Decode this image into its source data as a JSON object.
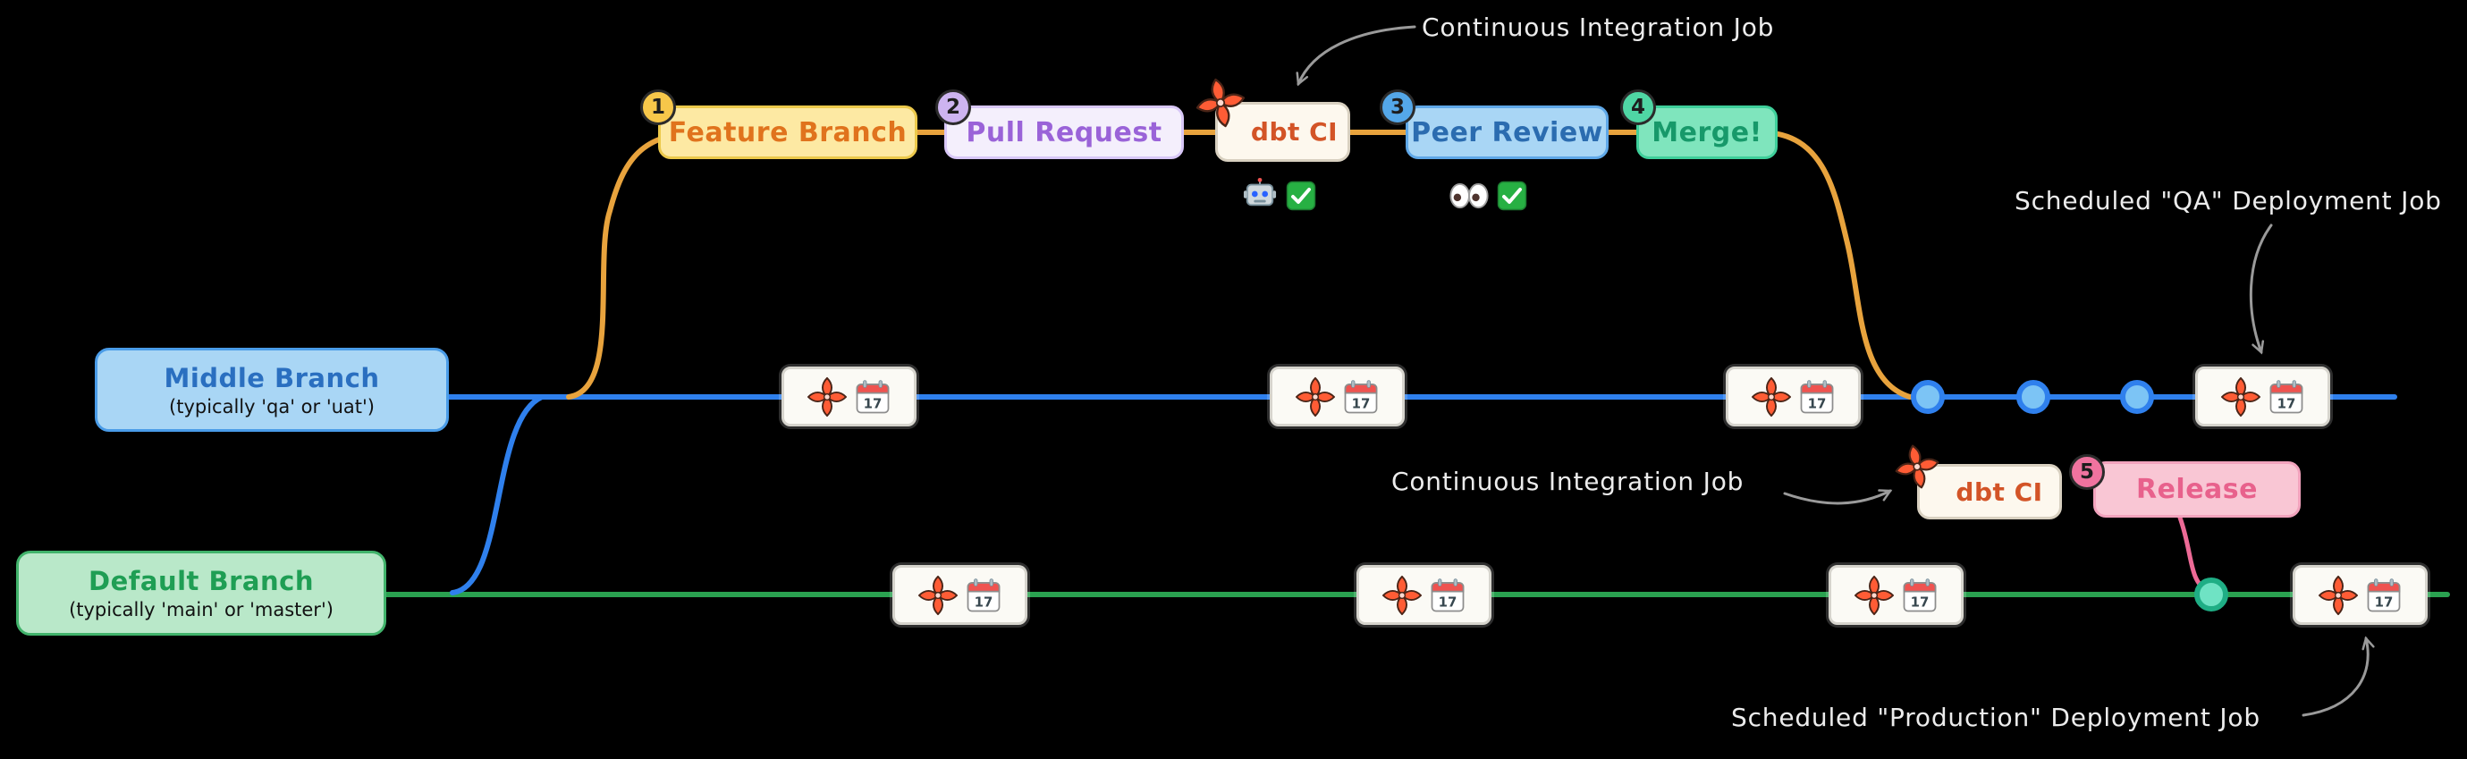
{
  "annotations": {
    "ci_top": "Continuous Integration Job",
    "ci_mid": "Continuous Integration Job",
    "qa_job": "Scheduled \"QA\" Deployment Job",
    "prod_job": "Scheduled \"Production\" Deployment Job"
  },
  "steps": [
    {
      "num": "1",
      "label": "Feature Branch"
    },
    {
      "num": "2",
      "label": "Pull Request"
    },
    {
      "num": "3",
      "label": "Peer Review"
    },
    {
      "num": "4",
      "label": "Merge!"
    },
    {
      "num": "5",
      "label": "Release"
    }
  ],
  "ci": {
    "top_label": "dbt CI",
    "mid_label": "dbt CI"
  },
  "branches": {
    "middle": {
      "name": "Middle Branch",
      "subtitle": "(typically 'qa' or 'uat')"
    },
    "default": {
      "name": "Default Branch",
      "subtitle": "(typically 'main' or 'master')"
    }
  },
  "calendar": {
    "date": "17"
  },
  "icons": {
    "dbt_logo": "dbt-pinwheel-icon",
    "calendar": "calendar-icon (📅)",
    "robot": "robot-icon (🤖)",
    "eyes": "eyes-icon (👀)",
    "check": "check-icon (✅)"
  },
  "colors": {
    "feature_branch_line": "#e8a33d",
    "middle_branch_line": "#2f80ed",
    "default_branch_line": "#2aa150",
    "release_line": "#ed6a96",
    "dbt_orange": "#ff5c35",
    "background": "#000000"
  }
}
